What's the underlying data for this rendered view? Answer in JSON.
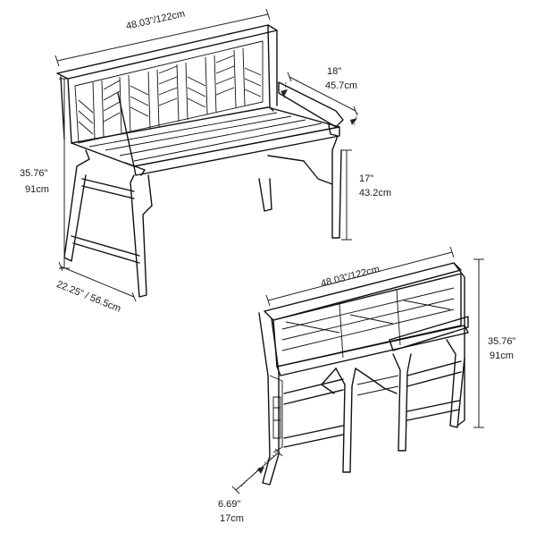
{
  "bench_open": {
    "width_label": "48.03”/122cm",
    "height_label_in": "35.76\"",
    "height_label_cm": "91cm",
    "depth_label": "22.25” / 56.5cm",
    "arm_depth_in": "18\"",
    "arm_depth_cm": "45.7cm",
    "seat_height_in": "17\"",
    "seat_height_cm": "43.2cm"
  },
  "bench_folded": {
    "width_label": "48.03”/122cm",
    "height_label_in": "35.76”",
    "height_label_cm": "91cm",
    "depth_in": "6.69\"",
    "depth_cm": "17cm"
  },
  "colors": {
    "line": "#111111",
    "background": "#ffffff"
  }
}
